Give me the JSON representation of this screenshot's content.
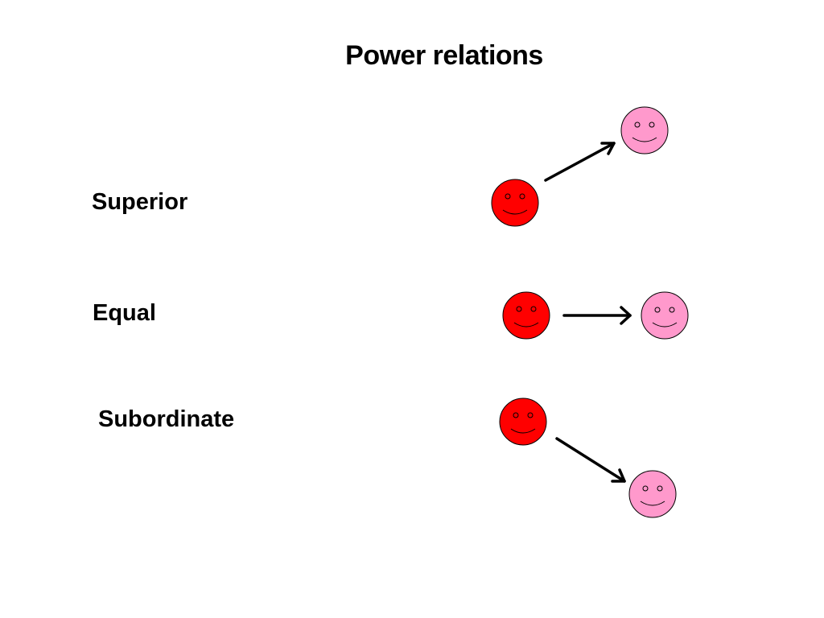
{
  "slide": {
    "title": "Power relations"
  },
  "rows": [
    {
      "label": "Superior",
      "relation": "up"
    },
    {
      "label": "Equal",
      "relation": "level"
    },
    {
      "label": "Subordinate",
      "relation": "down"
    }
  ],
  "colors": {
    "self_face": "#ff0000",
    "other_face": "#ff99cc",
    "arrow": "#000000",
    "text": "#000000",
    "background": "#ffffff"
  }
}
